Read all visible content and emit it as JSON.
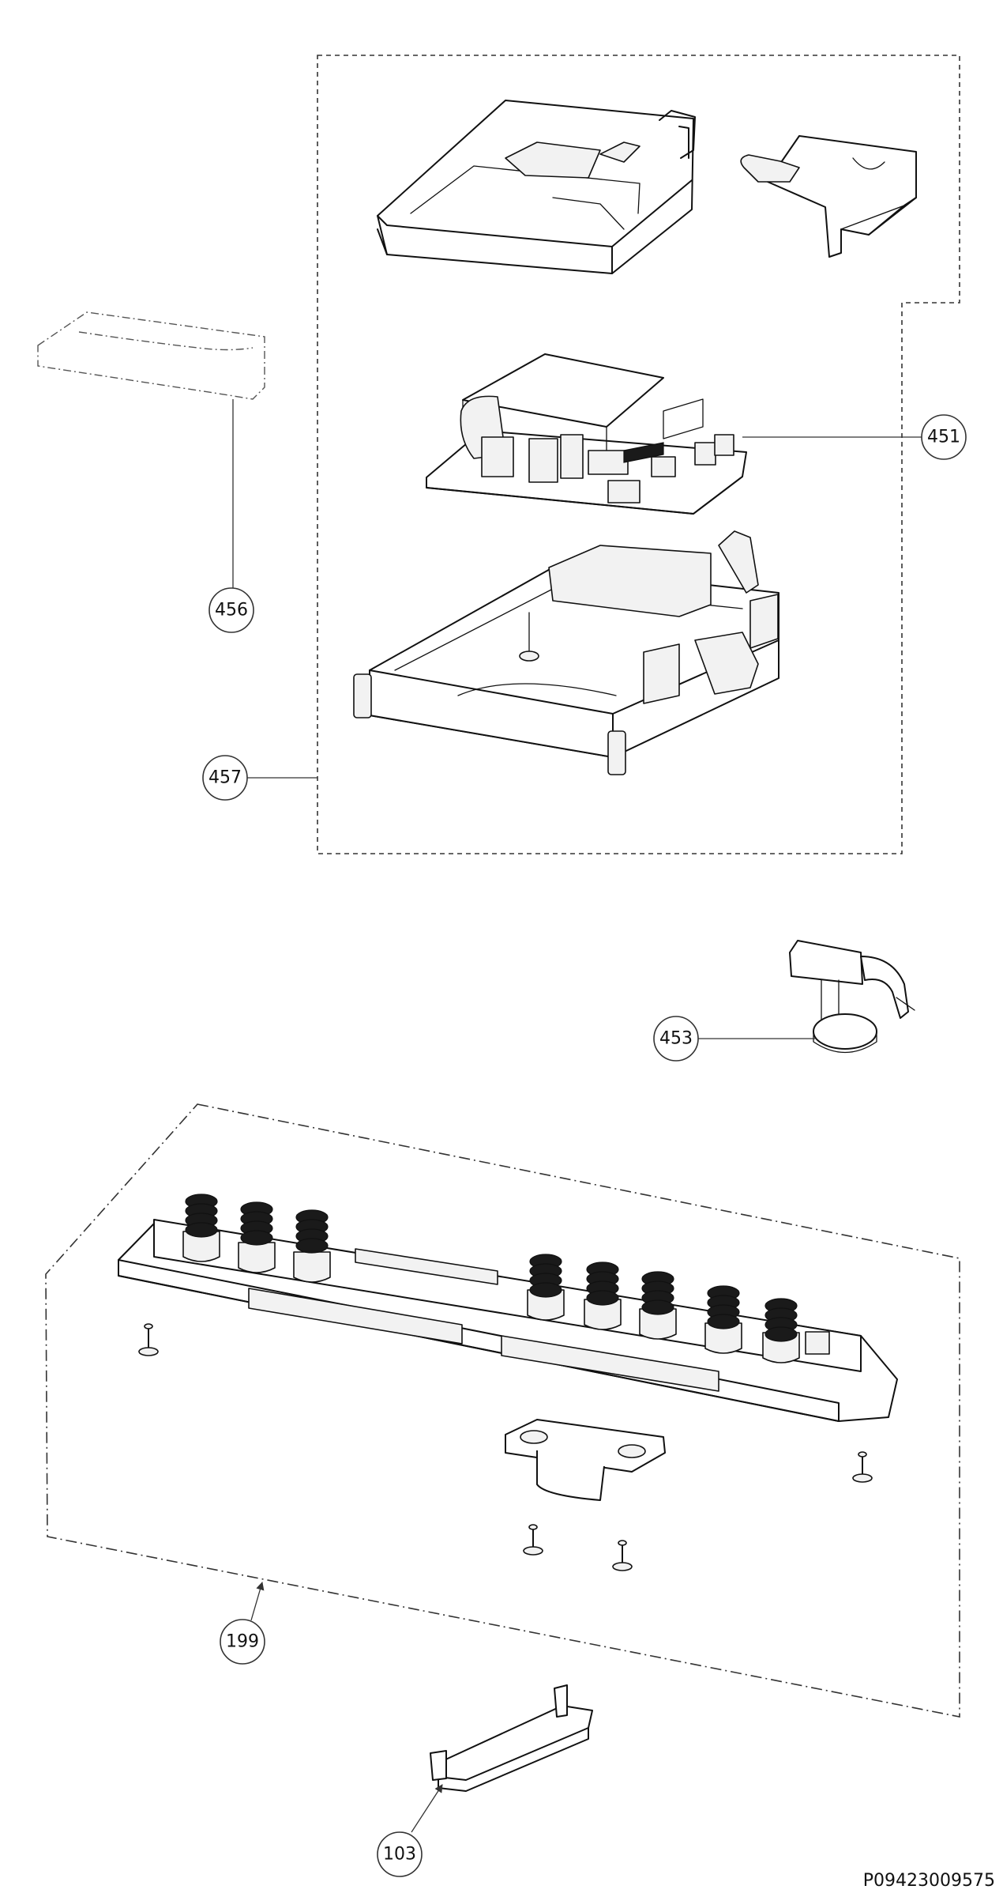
{
  "callouts": {
    "c451": "451",
    "c456": "456",
    "c457": "457",
    "c453": "453",
    "c199": "199",
    "c103": "103"
  },
  "document_code": "P09423009575"
}
